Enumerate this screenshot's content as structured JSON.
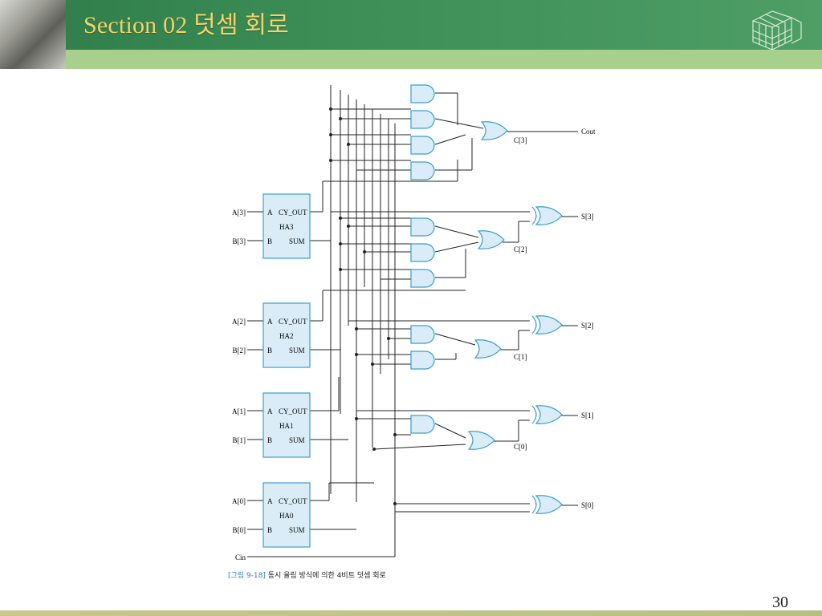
{
  "header": {
    "title": "Section 02 덧셈 회로"
  },
  "figure": {
    "caption_number": "[그림 9-18]",
    "caption_text": " 동시 올림 방식에 의한 4비트 덧셈 회로"
  },
  "half_adders": [
    {
      "name": "HA3",
      "in_a": "A[3]",
      "in_b": "B[3]",
      "pin_a": "A",
      "pin_b": "B",
      "carry": "CY_OUT",
      "sum": "SUM"
    },
    {
      "name": "HA2",
      "in_a": "A[2]",
      "in_b": "B[2]",
      "pin_a": "A",
      "pin_b": "B",
      "carry": "CY_OUT",
      "sum": "SUM"
    },
    {
      "name": "HA1",
      "in_a": "A[1]",
      "in_b": "B[1]",
      "pin_a": "A",
      "pin_b": "B",
      "carry": "CY_OUT",
      "sum": "SUM"
    },
    {
      "name": "HA0",
      "in_a": "A[0]",
      "in_b": "B[0]",
      "pin_a": "A",
      "pin_b": "B",
      "carry": "CY_OUT",
      "sum": "SUM"
    }
  ],
  "signals": {
    "cin": "Cin",
    "cout": "Cout",
    "c3": "C[3]",
    "c2": "C[2]",
    "c1": "C[1]",
    "c0": "C[0]",
    "s3": "S[3]",
    "s2": "S[2]",
    "s1": "S[1]",
    "s0": "S[0]"
  },
  "footer": {
    "page_number": "30"
  },
  "colors": {
    "header_green": "#2f7d4a",
    "title_gold": "#f6d26b",
    "gate_fill": "#d9ecf7",
    "gate_stroke": "#3a9fd0",
    "block_fill": "#d9ecf7"
  }
}
